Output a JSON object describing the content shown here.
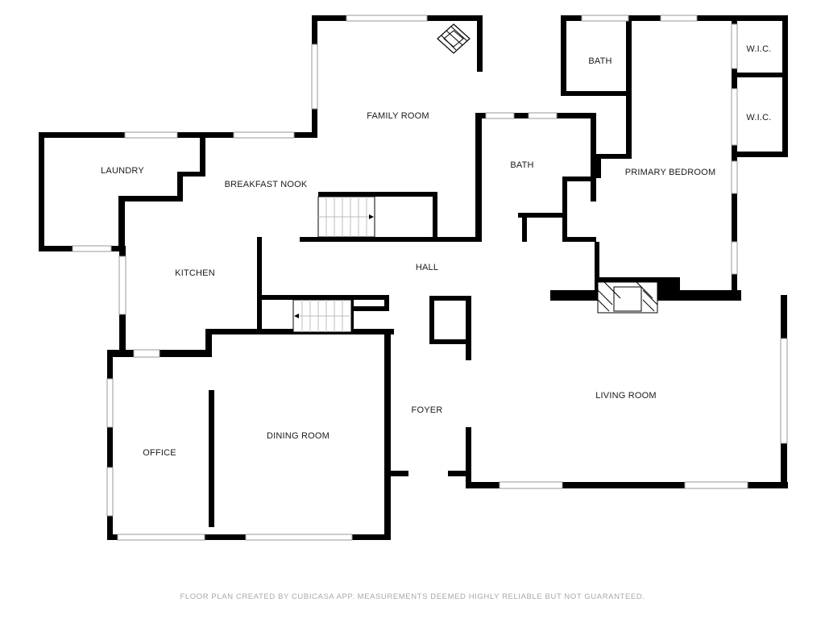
{
  "rooms": {
    "family_room": "FAMILY ROOM",
    "bath_upper": "BATH",
    "wic_top": "W.I.C.",
    "wic_bottom": "W.I.C.",
    "laundry": "LAUNDRY",
    "breakfast_nook": "BREAKFAST NOOK",
    "bath_middle": "BATH",
    "primary_bedroom": "PRIMARY BEDROOM",
    "kitchen": "KITCHEN",
    "hall": "HALL",
    "living_room": "LIVING ROOM",
    "foyer": "FOYER",
    "office": "OFFICE",
    "dining_room": "DINING ROOM"
  },
  "footer": "FLOOR PLAN CREATED BY CUBICASA APP. MEASUREMENTS DEEMED HIGHLY RELIABLE BUT NOT GUARANTEED."
}
